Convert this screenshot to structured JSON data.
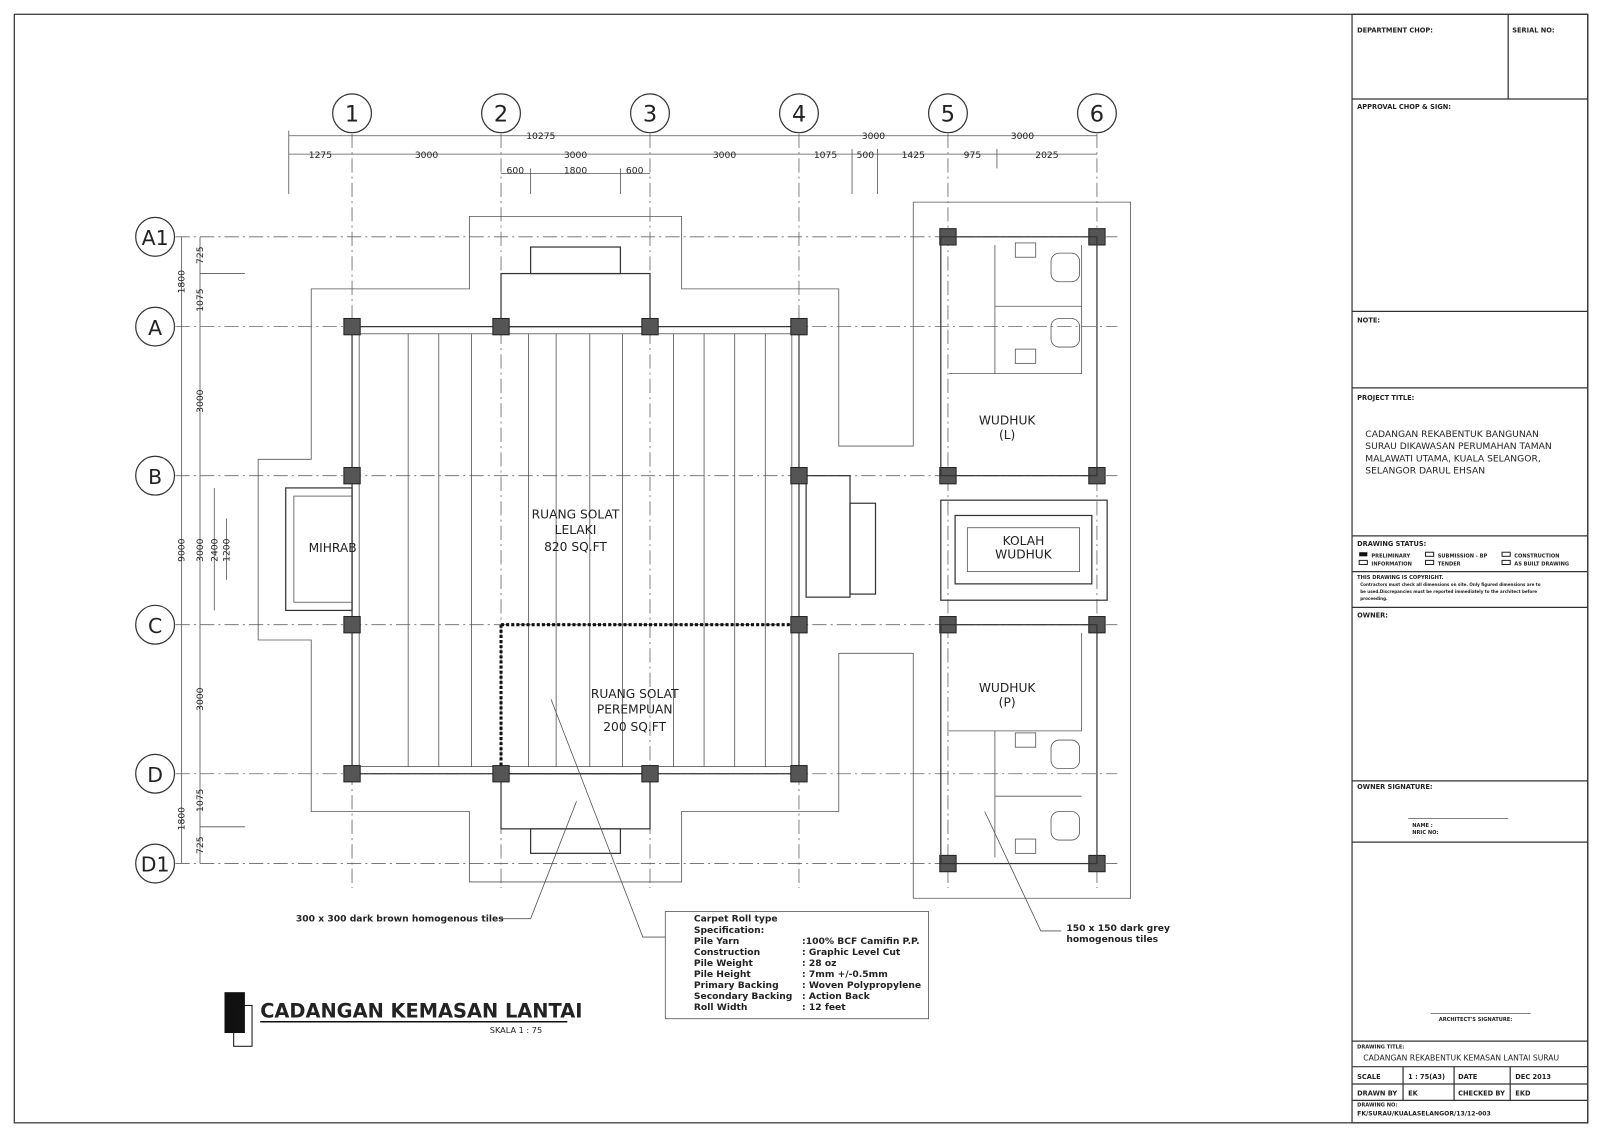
{
  "grid": {
    "columns": [
      "1",
      "2",
      "3",
      "4",
      "5",
      "6"
    ],
    "rows": [
      "A1",
      "A",
      "B",
      "C",
      "D",
      "D1"
    ]
  },
  "dimensions": {
    "top_overall": [
      "10275",
      "3000",
      "3000"
    ],
    "top_detail": [
      "1275",
      "3000",
      "3000",
      "3000",
      "1075",
      "500",
      "1425",
      "975",
      "2025"
    ],
    "top_door": [
      "600",
      "1800",
      "600"
    ],
    "left_outer": [
      "1800",
      "9000",
      "1800"
    ],
    "left_inner": [
      "725",
      "1075",
      "3000",
      "3000",
      "3000",
      "1075",
      "725"
    ],
    "left_mihrab": [
      "2400",
      "1200"
    ]
  },
  "rooms": {
    "mihrab": "MIHRAB",
    "lelaki": [
      "RUANG SOLAT",
      "LELAKI",
      "820 SQ.FT"
    ],
    "perempuan": [
      "RUANG SOLAT",
      "PEREMPUAN",
      "200 SQ.FT"
    ],
    "wudhuk_l": [
      "WUDHUK",
      "(L)"
    ],
    "kolah": [
      "KOLAH",
      "WUDHUK"
    ],
    "wudhuk_p": [
      "WUDHUK",
      "(P)"
    ]
  },
  "annotations": {
    "tiles_brown": "300 x 300 dark brown homogenous tiles",
    "tiles_grey": [
      "150 x 150 dark grey",
      "homogenous tiles"
    ],
    "carpet": [
      [
        "Carpet Roll type",
        ""
      ],
      [
        "Specification:",
        ""
      ],
      [
        "Pile Yarn",
        ":100% BCF Camifin P.P."
      ],
      [
        "Construction",
        ": Graphic Level Cut"
      ],
      [
        "Pile Weight",
        ": 28 oz"
      ],
      [
        "Pile Height",
        ": 7mm +/-0.5mm"
      ],
      [
        "Primary Backing",
        ": Woven Polypropylene"
      ],
      [
        "Secondary Backing",
        ": Action Back"
      ],
      [
        "Roll Width",
        ": 12 feet"
      ]
    ]
  },
  "drawing_title": {
    "title": "CADANGAN KEMASAN LANTAI",
    "scale": "SKALA 1 : 75"
  },
  "title_block": {
    "department_chop": "DEPARTMENT CHOP:",
    "serial_no": "SERIAL NO:",
    "approval": "APPROVAL CHOP & SIGN:",
    "note": "NOTE:",
    "project_title_label": "PROJECT TITLE:",
    "project_title": [
      "CADANGAN REKABENTUK BANGUNAN",
      "SURAU DIKAWASAN PERUMAHAN TAMAN",
      "MALAWATI UTAMA, KUALA SELANGOR,",
      "SELANGOR DARUL EHSAN"
    ],
    "drawing_status": "DRAWING STATUS:",
    "statuses": [
      "PRELIMINARY",
      "SUBMISSION - BP",
      "CONSTRUCTION",
      "INFORMATION",
      "TENDER",
      "AS BUILT DRAWING"
    ],
    "copyright": [
      "THIS DRAWING IS COPYRIGHT.",
      "Contractors must check all dimensions on site. Only figured dimensions are to",
      "be used.Discrepancies must be reported immediately to the architect before",
      "proceeding."
    ],
    "owner": "OWNER:",
    "owner_signature": "OWNER SIGNATURE:",
    "name_label": "NAME :",
    "ic_label": "NRIC NO:",
    "architect_signature": "ARCHITECT'S SIGNATURE:",
    "drawing_title_label": "DRAWING TITLE:",
    "drawing_title": "CADANGAN REKABENTUK KEMASAN LANTAI SURAU",
    "scale_label": "SCALE",
    "scale": "1 : 75(A3)",
    "date_label": "DATE",
    "date": "DEC 2013",
    "drawn_by_label": "DRAWN BY",
    "drawn_by": "EK",
    "checked_by_label": "CHECKED BY",
    "checked_by": "EKD",
    "drawing_no_label": "DRAWING NO:",
    "drawing_no": "FK/SURAU/KUALASELANGOR/13/12-003"
  }
}
